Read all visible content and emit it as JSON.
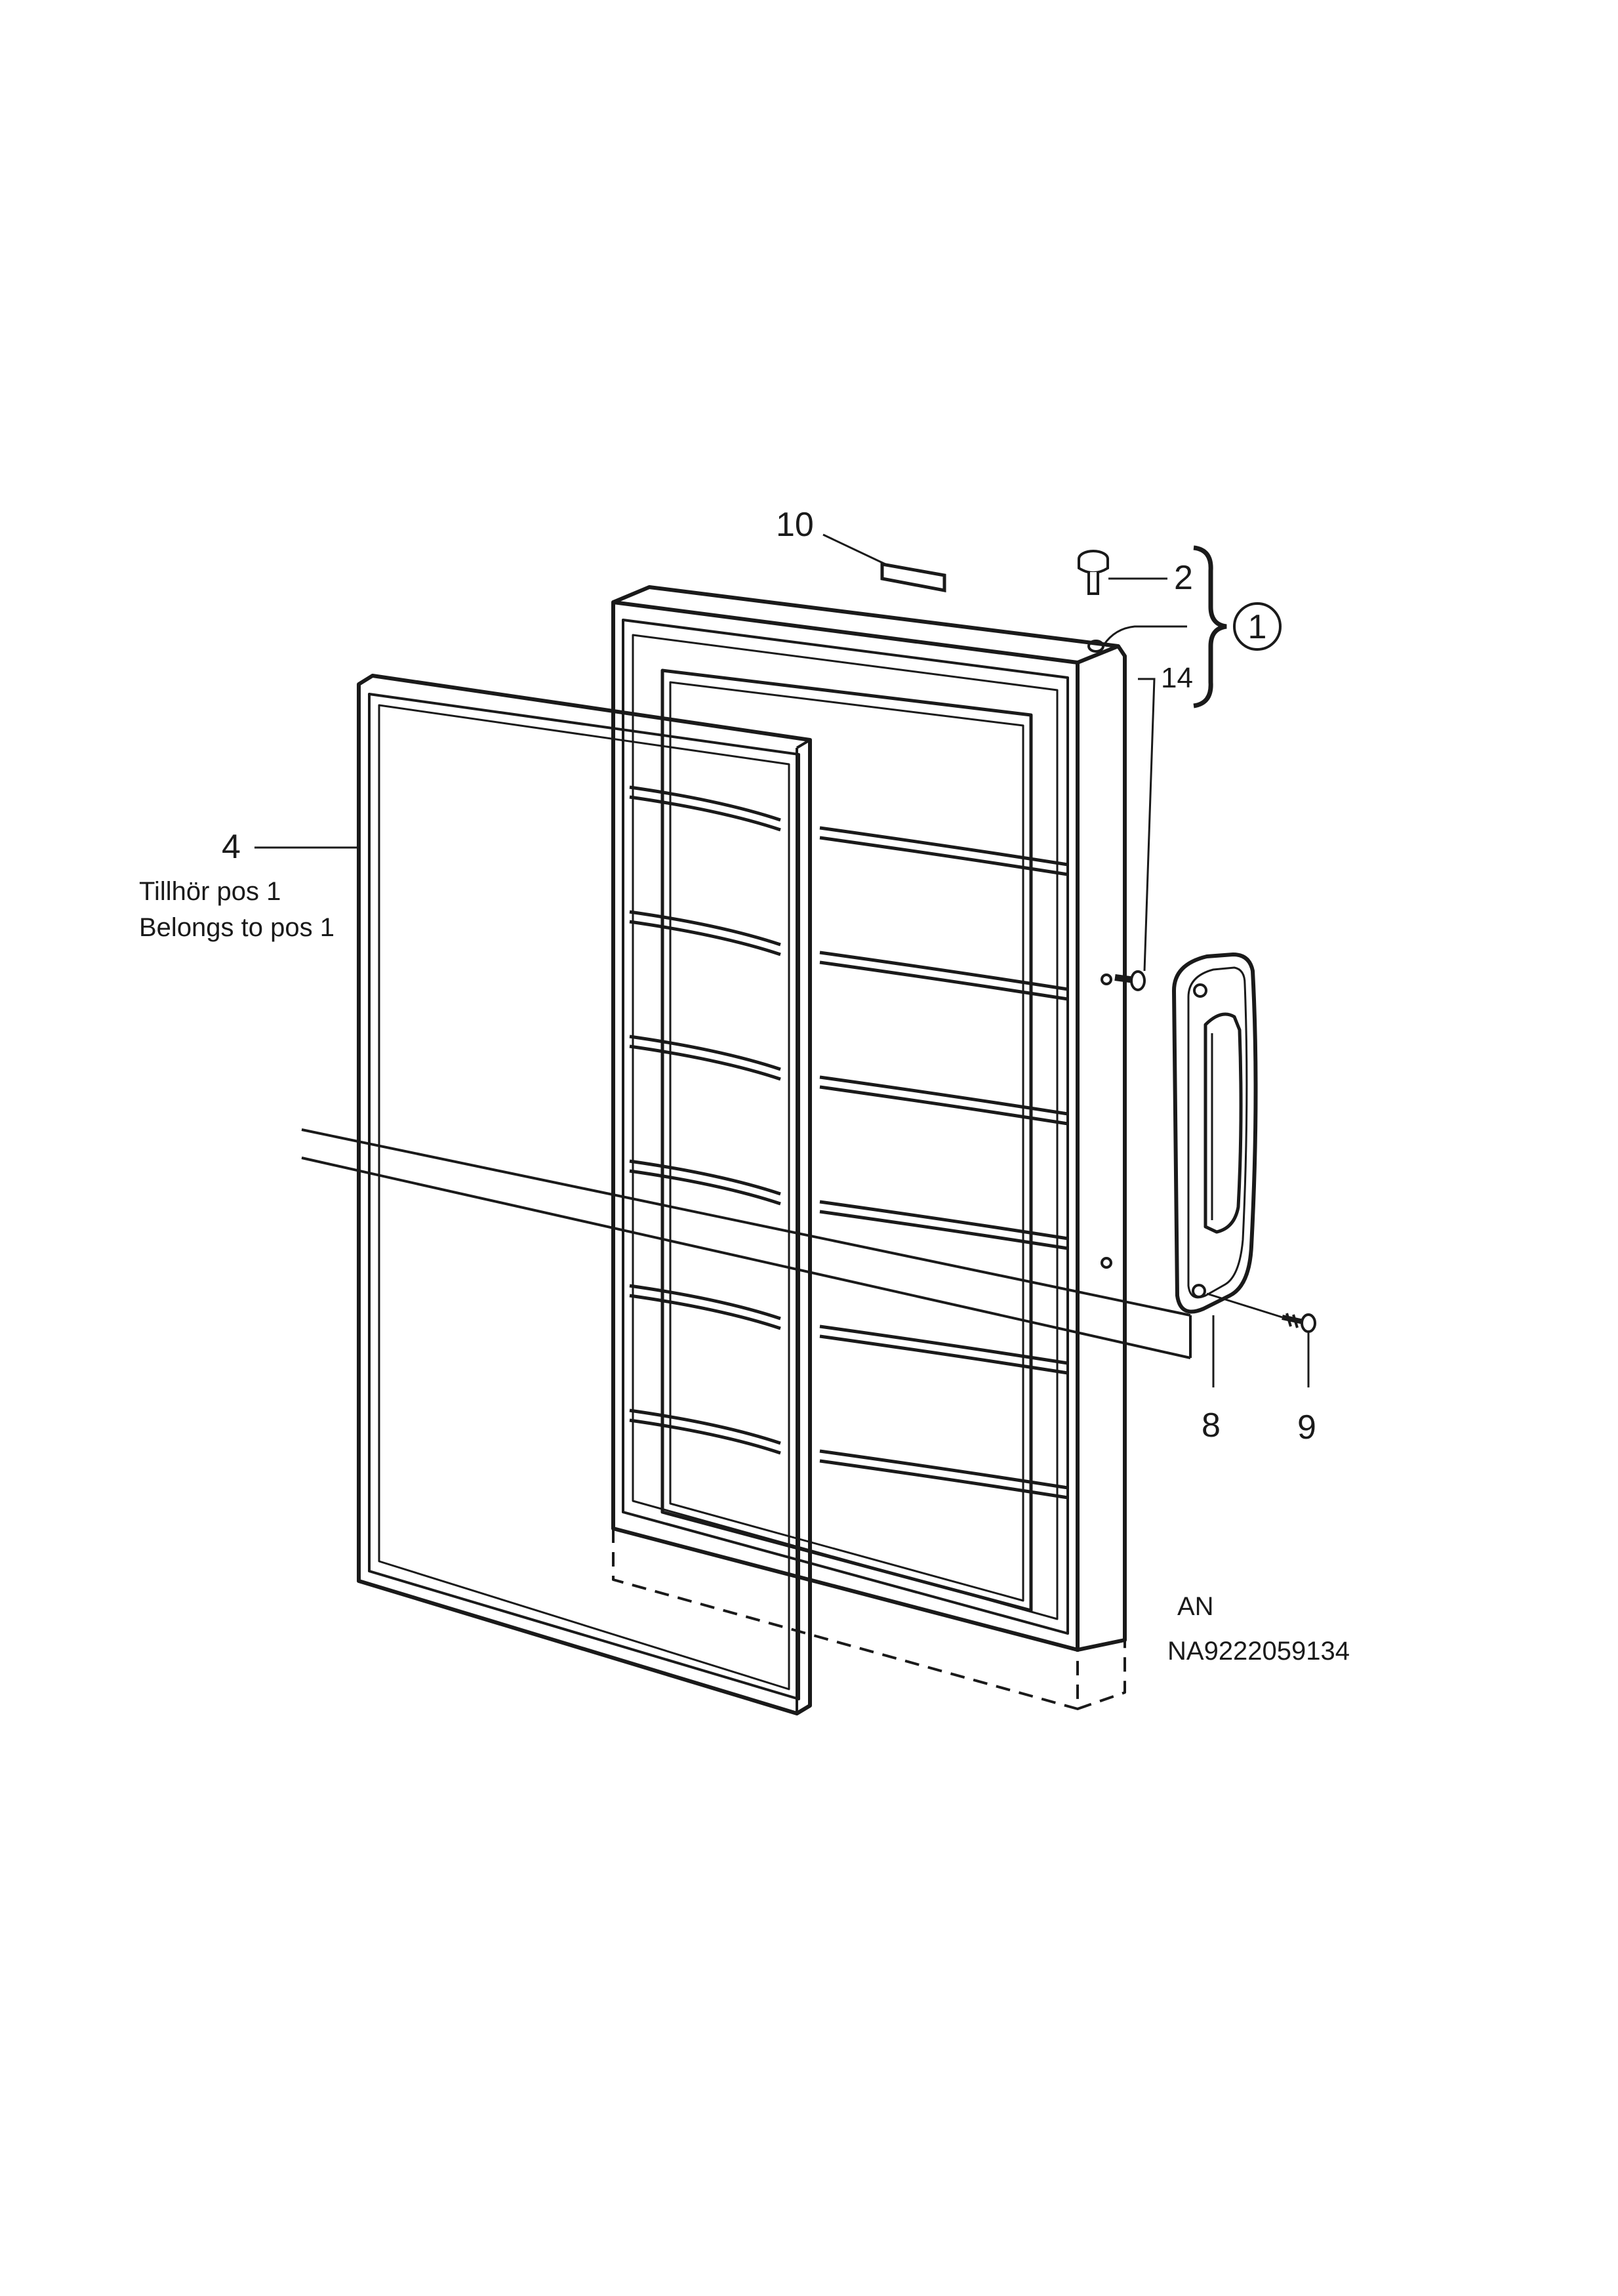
{
  "callouts": {
    "item_10": "10",
    "item_2": "2",
    "item_1": "1",
    "item_14": "14",
    "item_4": "4",
    "item_4_note_sv": "Tillhör pos 1",
    "item_4_note_en": "Belongs to pos 1",
    "item_8": "8",
    "item_9": "9"
  },
  "footer": {
    "code_line_1": "AN",
    "code_line_2": "NA9222059134"
  },
  "colors": {
    "line": "#1a1a1a",
    "background": "#ffffff"
  }
}
